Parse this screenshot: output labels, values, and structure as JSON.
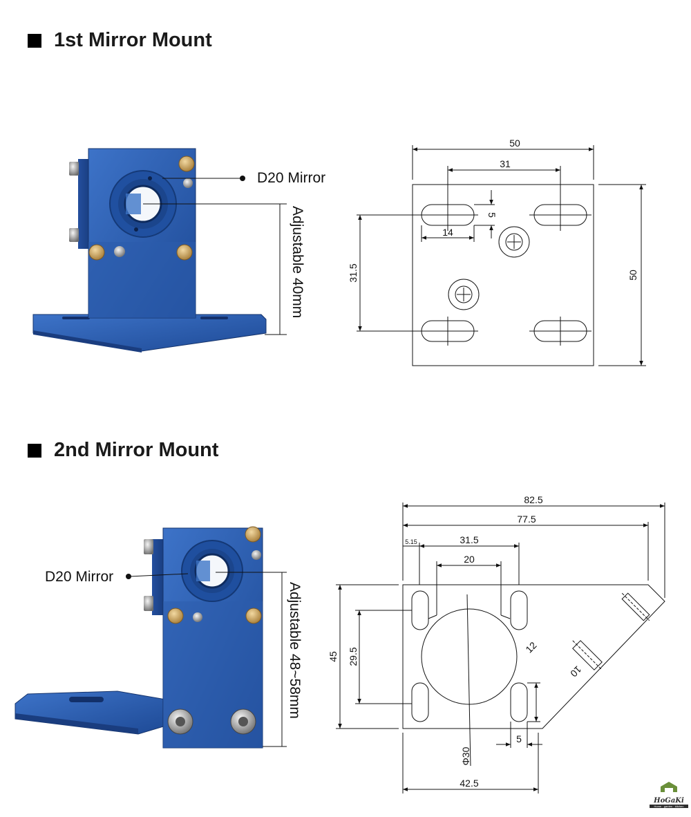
{
  "sections": [
    {
      "title": "1st Mirror Mount"
    },
    {
      "title": "2nd Mirror Mount"
    }
  ],
  "mount1": {
    "mirror_label": "D20 Mirror",
    "adjust_label": "Adjustable 40mm",
    "dims": {
      "w_total": "50",
      "w_slots": "31",
      "slot_h": "5",
      "slot_w": "14",
      "h_holes": "31.5",
      "h_total": "50"
    }
  },
  "mount2": {
    "mirror_label": "D20 Mirror",
    "adjust_label": "Adjustable 48~58mm",
    "dims": {
      "w1": "82.5",
      "w2": "77.5",
      "w_edge": "5.15",
      "w3": "31.5",
      "w4": "20",
      "h_total": "45",
      "h_slots": "29.5",
      "d12": "12",
      "d10": "10",
      "d5": "5",
      "dia": "Φ30",
      "w_bottom": "42.5"
    }
  },
  "colors": {
    "metal_blue": "#2f5fb0",
    "metal_dark": "#1f4387",
    "brass": "#c9a15c"
  },
  "logo": {
    "name": "HoGaKi",
    "tagline": "Home · garden · kitchen"
  }
}
